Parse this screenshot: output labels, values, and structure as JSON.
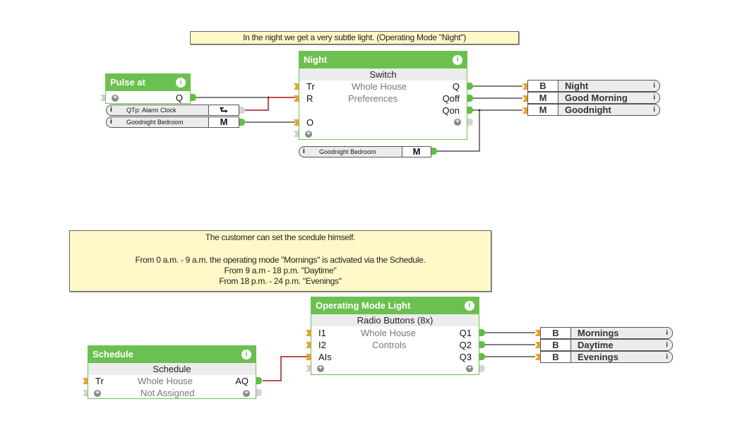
{
  "comments": {
    "night": "In the night we get a very subtle light. (Operating Mode \"Night\")",
    "schedule": [
      "The customer can set the scedule himself.",
      "",
      "From 0 a.m. - 9 a.m. the operating mode \"Mornings\" is activated via the Schedule.",
      "From 9 a.m - 18 p.m. \"Daytime\"",
      "From 18 p.m. - 24 p.m. \"Evenings\""
    ]
  },
  "pulse_block": {
    "title": "Pulse at",
    "output": "Q",
    "info": "i",
    "plus": "+"
  },
  "pulse_refs": [
    {
      "label": "QTp: Alarm Clock",
      "type": "⮑"
    },
    {
      "label": "Goodnight Bedroom",
      "type": "M"
    }
  ],
  "night_block": {
    "title": "Night",
    "info": "i",
    "subtitle": "Switch",
    "room": "Whole House",
    "category": "Preferences",
    "inputs": [
      "Tr",
      "R",
      "O"
    ],
    "outputs": [
      "Q",
      "Qoff",
      "Qon"
    ],
    "plus": "+"
  },
  "night_bottom_ref": {
    "label": "Goodnight Bedroom",
    "type": "M"
  },
  "night_outputs": [
    {
      "type": "B",
      "name": "Night"
    },
    {
      "type": "M",
      "name": "Good Morning"
    },
    {
      "type": "M",
      "name": "Goodnight"
    }
  ],
  "schedule_block": {
    "title": "Schedule",
    "info": "i",
    "subtitle": "Schedule",
    "room": "Whole House",
    "category": "Not Assigned",
    "inputs": [
      "Tr"
    ],
    "outputs": [
      "AQ"
    ],
    "plus": "+"
  },
  "mode_block": {
    "title": "Operating Mode Light",
    "info": "i",
    "subtitle": "Radio Buttons (8x)",
    "room": "Whole House",
    "category": "Controls",
    "inputs": [
      "I1",
      "I2",
      "AIs"
    ],
    "outputs": [
      "Q1",
      "Q2",
      "Q3"
    ],
    "plus": "+"
  },
  "mode_outputs": [
    {
      "type": "B",
      "name": "Mornings"
    },
    {
      "type": "B",
      "name": "Daytime"
    },
    {
      "type": "B",
      "name": "Evenings"
    }
  ],
  "colors": {
    "block_green": "#6cc050",
    "wire_gray": "#555555",
    "wire_red": "#a01818",
    "comment_bg": "#fff8c8",
    "pin_orange": "#f0a030"
  }
}
